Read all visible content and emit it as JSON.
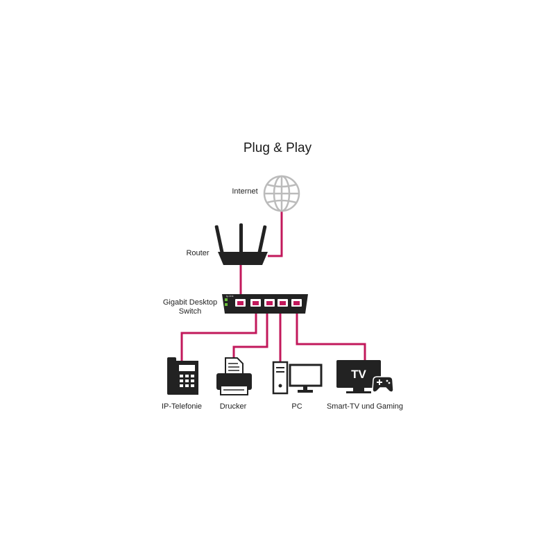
{
  "title": "Plug & Play",
  "labels": {
    "internet": "Internet",
    "router": "Router",
    "switch_line1": "Gigabit Desktop",
    "switch_line2": "Switch",
    "phone": "IP-Telefonie",
    "printer": "Drucker",
    "pc": "PC",
    "tv": "Smart-TV und Gaming"
  },
  "tv_screen_text": "TV",
  "switch_brand": "tp-link",
  "colors": {
    "cable": "#c2185b",
    "device": "#222222",
    "globe": "#bbbbbb"
  }
}
